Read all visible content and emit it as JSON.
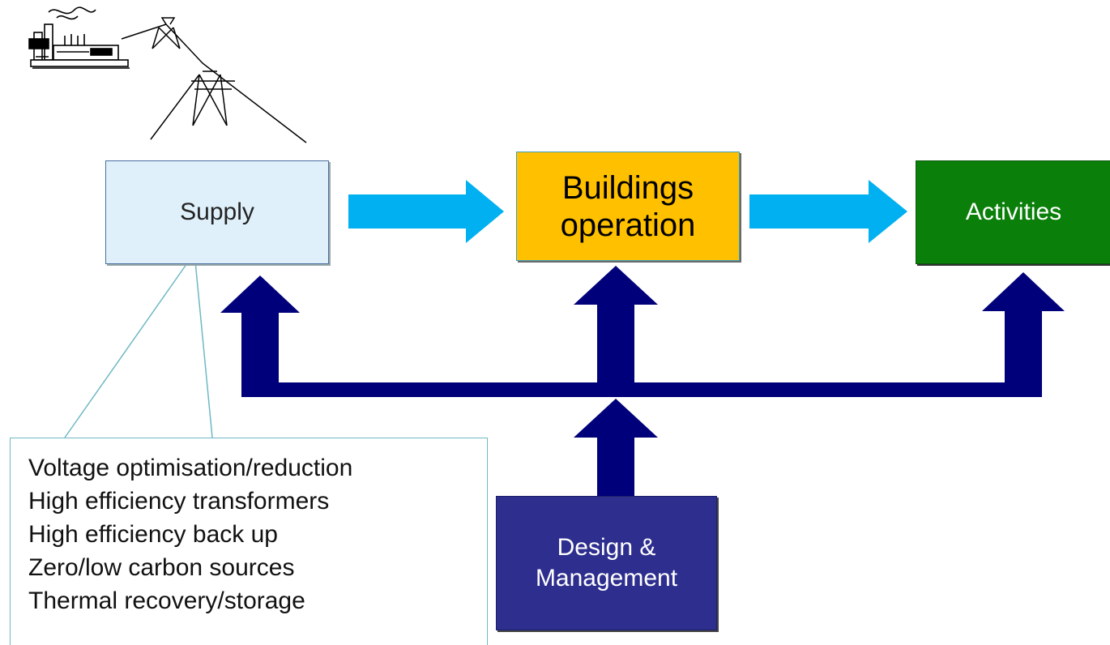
{
  "diagram": {
    "supply_label": "Supply",
    "buildings_label_line1": "Buildings",
    "buildings_label_line2": "operation",
    "activities_label": "Activities",
    "design_label_line1": "Design &",
    "design_label_line2": "Management",
    "supply_measures": [
      "Voltage optimisation/reduction",
      "High efficiency transformers",
      "High efficiency back up",
      "Zero/low carbon sources",
      "Thermal recovery/storage"
    ],
    "icons": [
      "power-station-icon",
      "transmission-tower-icon"
    ],
    "colors": {
      "flow_arrow": "#00b0f0",
      "feedback_arrow": "#00007a",
      "supply_fill": "#dff0fb",
      "buildings_fill": "#ffc000",
      "activities_fill": "#0a7f0a",
      "design_fill": "#2e2e8f"
    }
  }
}
